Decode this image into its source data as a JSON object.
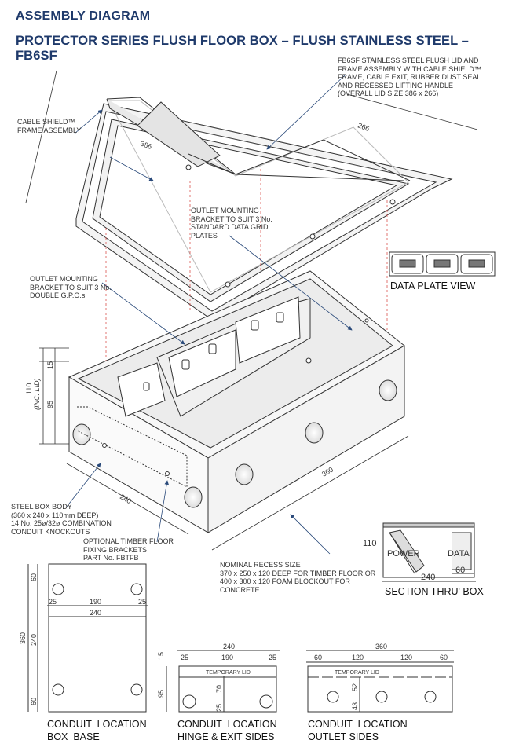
{
  "header": {
    "title": "ASSEMBLY DIAGRAM",
    "subtitle": "PROTECTOR SERIES FLUSH FLOOR BOX – FLUSH STAINLESS STEEL – FB6SF"
  },
  "callouts": {
    "lid_assembly": "FB6SF STAINLESS STEEL FLUSH LID AND\nFRAME ASSEMBLY WITH CABLE SHIELD™\nFRAME, CABLE EXIT, RUBBER DUST SEAL\nAND RECESSED LIFTING HANDLE\n(OVERALL LID SIZE 386 x 266)",
    "cable_shield": "CABLE SHIELD™\nFRAME ASSEMBLY",
    "data_bracket": "OUTLET MOUNTING\nBRACKET TO SUIT 3 No.\nSTANDARD DATA GRID\nPLATES",
    "gpo_bracket": "OUTLET MOUNTING\nBRACKET TO SUIT 3 No.\nDOUBLE G.P.O.s",
    "steel_box": "STEEL BOX BODY\n(360 x 240 x 110mm DEEP)\n14 No. 25ø/32ø COMBINATION\nCONDUIT KNOCKOUTS",
    "timber_brackets": "OPTIONAL TIMBER FLOOR\nFIXING BRACKETS\nPART No. FBTFB",
    "recess": "NOMINAL RECESS SIZE\n370 x 250 x 120 DEEP FOR TIMBER FLOOR OR\n400 x 300 x 120 FOAM BLOCKOUT FOR\nCONCRETE"
  },
  "iso_dims": {
    "lid_length": "386",
    "lid_width": "266",
    "box_length": "360",
    "box_width": "240",
    "overall_height": "110",
    "height_note": "(INC. LID)",
    "upper": "15",
    "lower": "95"
  },
  "data_plate_view": {
    "caption": "DATA PLATE VIEW"
  },
  "section": {
    "caption": "SECTION THRU' BOX",
    "power_label": "POWER",
    "data_label": "DATA",
    "height": "110",
    "width": "240",
    "data_width": "60"
  },
  "view_base": {
    "caption": "CONDUIT  LOCATION\nBOX  BASE",
    "height": "360",
    "inner": "240",
    "top": "60",
    "bottom": "60",
    "width": "240",
    "centre": "190",
    "left": "25",
    "right": "25"
  },
  "view_hinge": {
    "caption": "CONDUIT  LOCATION\nHINGE & EXIT SIDES",
    "width": "240",
    "centre": "190",
    "left": "25",
    "right": "25",
    "top": "15",
    "height": "95",
    "hole_height": "70",
    "bottom": "25",
    "lid_label": "TEMPORARY LID"
  },
  "view_outlet": {
    "caption": "CONDUIT  LOCATION\nOUTLET SIDES",
    "width": "360",
    "d1": "60",
    "d2": "120",
    "d3": "120",
    "d4": "60",
    "hole_top": "52",
    "hole_bottom": "43",
    "lid_label": "TEMPORARY LID"
  },
  "colors": {
    "heading": "#1f3a6b",
    "leader": "#2a4a7a",
    "hidden_line": "#d9534f"
  }
}
